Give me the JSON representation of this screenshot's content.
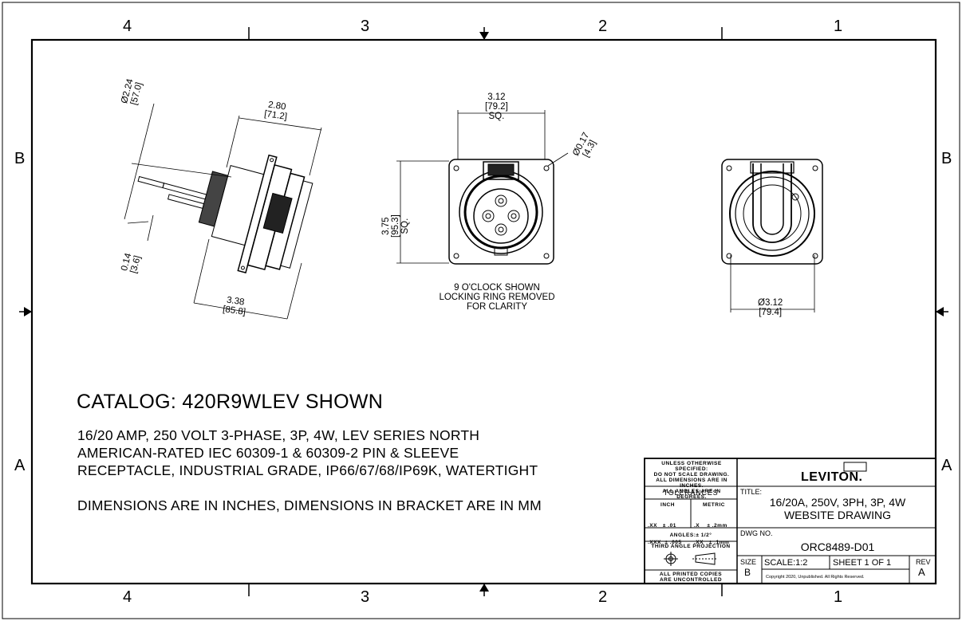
{
  "zones": {
    "columns": [
      "4",
      "3",
      "2",
      "1"
    ],
    "rows": [
      "B",
      "A"
    ]
  },
  "catalog_heading": "CATALOG: 420R9WLEV SHOWN",
  "description": [
    "16/20 AMP, 250 VOLT 3-PHASE, 3P, 4W, LEV SERIES NORTH",
    "AMERICAN-RATED IEC 60309-1 & 60309-2 PIN & SLEEVE",
    "RECEPTACLE, INDUSTRIAL GRADE, IP66/67/68/IP69K, WATERTIGHT"
  ],
  "dimension_note": "DIMENSIONS ARE IN INCHES, DIMENSIONS IN BRACKET ARE IN MM",
  "side_view_dims": {
    "diameter": "Ø2.24",
    "diameter_mm": "[57.0]",
    "depth": "2.80",
    "depth_mm": "[71.2]",
    "thickness": "0.14",
    "thickness_mm": "[3.6]",
    "length": "3.38",
    "length_mm": "[85.8]"
  },
  "front_view_dims": {
    "width": "3.12",
    "width_mm": "[79.2]",
    "width_sq": "SQ.",
    "hole": "Ø0.17",
    "hole_mm": "[4.3]",
    "height": "3.75",
    "height_mm": "[95.3]",
    "height_sq": "SQ.",
    "note": [
      "9 O'CLOCK SHOWN",
      "LOCKING RING REMOVED",
      "FOR CLARITY"
    ]
  },
  "back_view_dims": {
    "diameter": "Ø3.12",
    "diameter_mm": "[79.4]"
  },
  "title_block": {
    "unless_lines": [
      "UNLESS OTHERWISE SPECIFIED:",
      "DO NOT SCALE DRAWING.",
      "ALL DIMENSIONS ARE IN INCHES.",
      "ALL ANGLES ARE IN DEGREES."
    ],
    "tolerances": "TOLERANCES",
    "inch": "INCH",
    "metric": "METRIC",
    "inch_tol": [
      ".XX   ± .01",
      ".XXX  ± .005"
    ],
    "metric_tol": [
      ".X    ± .2mm",
      ".XX   ± .1mm"
    ],
    "angles": "ANGLES:± 1/2°",
    "projection": "THIRD ANGLE PROJECTION",
    "printed": [
      "ALL PRINTED COPIES",
      "ARE UNCONTROLLED"
    ],
    "logo": "LEVITON.",
    "title_label": "TITLE:",
    "title_lines": [
      "16/20A, 250V, 3PH, 3P, 4W",
      "WEBSITE DRAWING"
    ],
    "dwg_label": "DWG NO.",
    "dwg_no": "ORC8489-D01",
    "size_label": "SIZE",
    "size": "B",
    "scale": "SCALE:1:2",
    "sheet": "SHEET 1 OF 1",
    "rev_label": "REV",
    "rev": "A",
    "copyright": "Copyright 2020, Unpublished. All Rights Reserved."
  }
}
